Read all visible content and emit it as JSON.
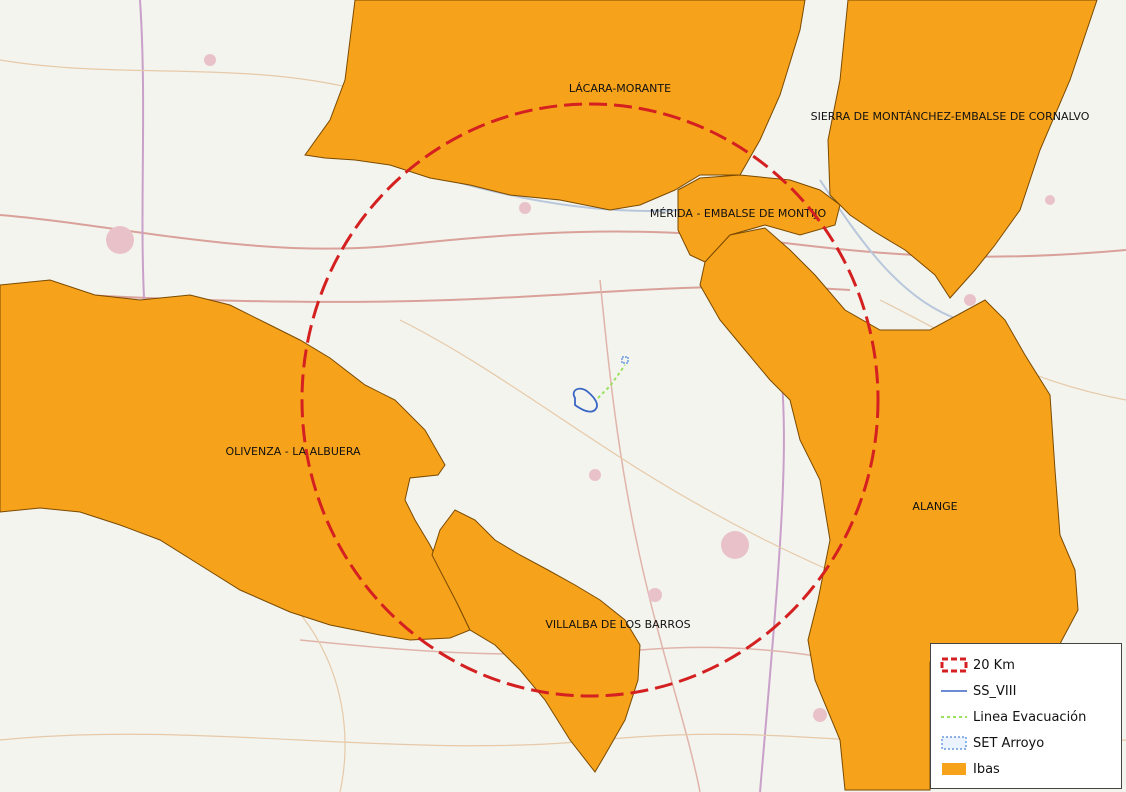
{
  "map": {
    "colors": {
      "ibas_fill": "#F7A21B",
      "ibas_stroke": "#7a4a00",
      "buffer_circle": "#D42020",
      "ss_viii": "#3a66c4",
      "linea_evacuacion": "#9be15d",
      "set_arroyo": "#4a86d8",
      "base_map": "#f3f4ee"
    },
    "ibas_areas": [
      {
        "label": "LÁCARA-MORANTE"
      },
      {
        "label": "SIERRA DE MONTÁNCHEZ-EMBALSE DE CORNALVO"
      },
      {
        "label": "MÉRIDA - EMBALSE DE MONTIJO"
      },
      {
        "label": "OLIVENZA - LA ALBUERA"
      },
      {
        "label": "ALANGE"
      },
      {
        "label": "VILLALBA DE LOS BARROS"
      }
    ]
  },
  "legend": {
    "items": [
      {
        "symbol": "dashed-red-square-icon",
        "label": "20 Km"
      },
      {
        "symbol": "solid-blue-line-icon",
        "label": "SS_VIII"
      },
      {
        "symbol": "dotted-green-line-icon",
        "label": "Linea Evacuación"
      },
      {
        "symbol": "dotted-blue-square-icon",
        "label": "SET Arroyo"
      },
      {
        "symbol": "orange-square-icon",
        "label": "Ibas"
      }
    ]
  }
}
